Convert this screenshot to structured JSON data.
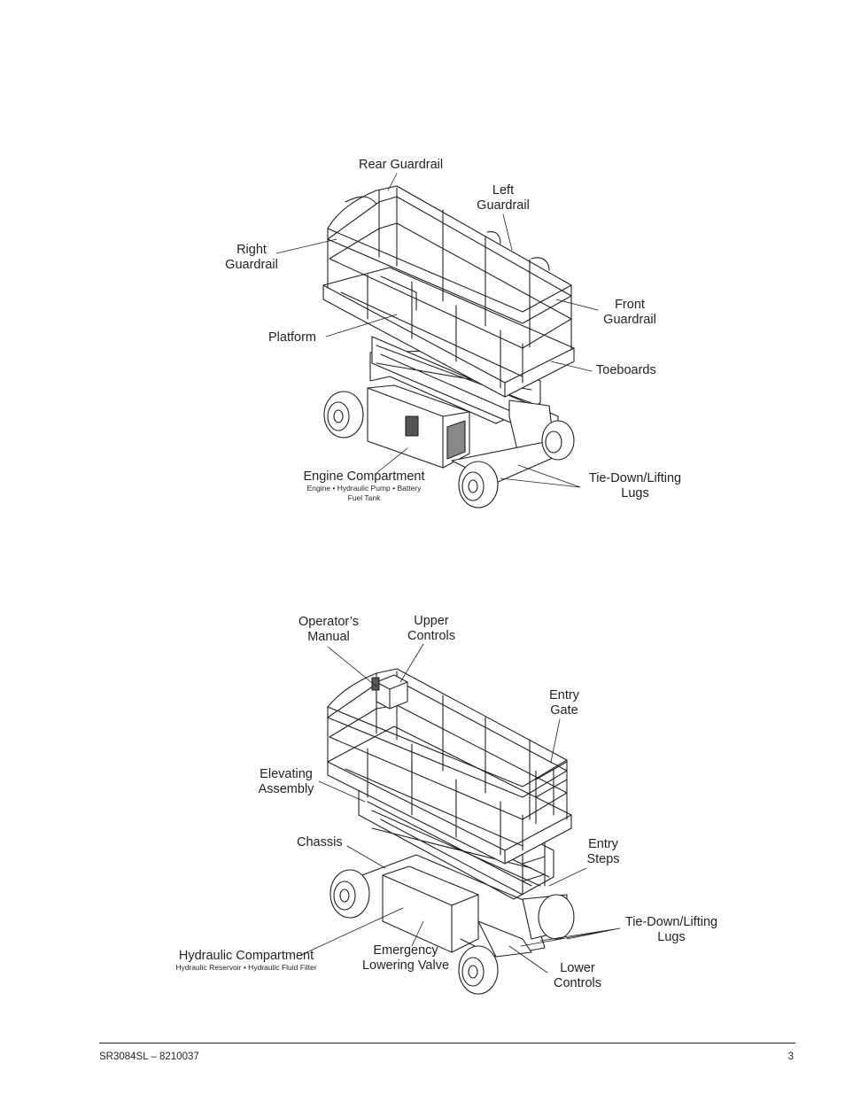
{
  "diagram1": {
    "labels": {
      "rear_guardrail": "Rear Guardrail",
      "left_guardrail": [
        "Left",
        "Guardrail"
      ],
      "right_guardrail": [
        "Right",
        "Guardrail"
      ],
      "front_guardrail": [
        "Front",
        "Guardrail"
      ],
      "platform": "Platform",
      "toeboards": "Toeboards",
      "engine_compartment": "Engine Compartment",
      "engine_compartment_sub1": "Engine • Hydraulic Pump • Battery",
      "engine_compartment_sub2": "Fuel Tank",
      "tie_down": [
        "Tie-Down/Lifting",
        "Lugs"
      ]
    }
  },
  "diagram2": {
    "labels": {
      "operators_manual": [
        "Operator’s",
        "Manual"
      ],
      "upper_controls": [
        "Upper",
        "Controls"
      ],
      "entry_gate": [
        "Entry",
        "Gate"
      ],
      "elevating_assembly": [
        "Elevating",
        "Assembly"
      ],
      "chassis": "Chassis",
      "entry_steps": [
        "Entry",
        "Steps"
      ],
      "tie_down": [
        "Tie-Down/Lifting",
        "Lugs"
      ],
      "hydraulic_compartment": "Hydraulic Compartment",
      "hydraulic_compartment_sub": "Hydraulic Reservoir • Hydraulic Fluid Filter",
      "emergency_lowering": [
        "Emergency",
        "Lowering Valve"
      ],
      "lower_controls": [
        "Lower",
        "Controls"
      ]
    }
  },
  "footer": {
    "doc_id": "SR3084SL – 8210037",
    "page_number": "3"
  }
}
